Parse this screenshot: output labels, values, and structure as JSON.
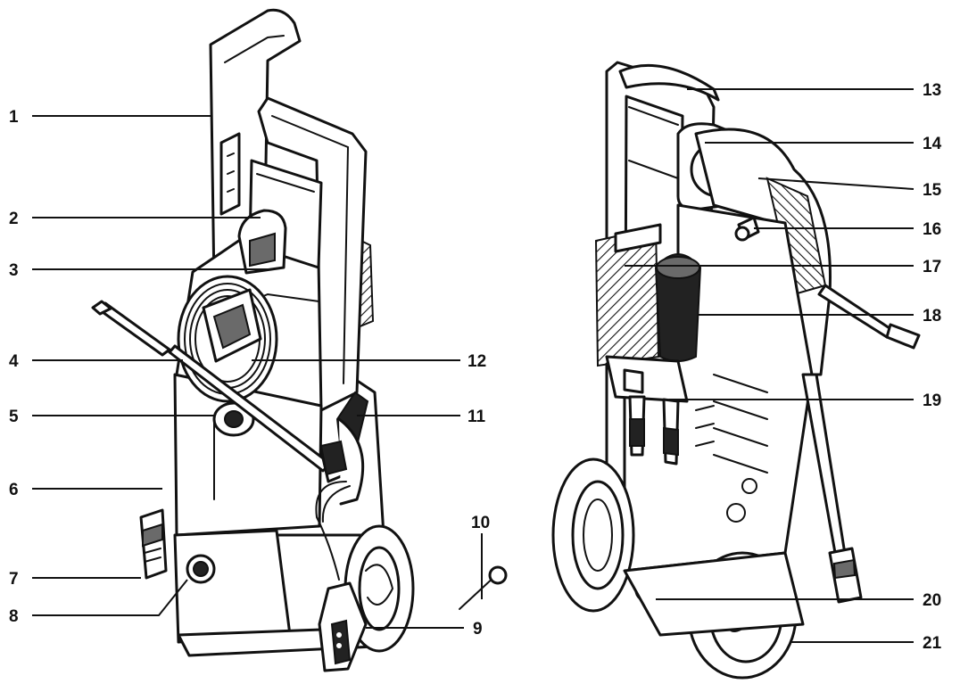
{
  "callouts": {
    "c1": "1",
    "c2": "2",
    "c3": "3",
    "c4": "4",
    "c5": "5",
    "c6": "6",
    "c7": "7",
    "c8": "8",
    "c9": "9",
    "c10": "10",
    "c11": "11",
    "c12": "12",
    "c13": "13",
    "c14": "14",
    "c15": "15",
    "c16": "16",
    "c17": "17",
    "c18": "18",
    "c19": "19",
    "c20": "20",
    "c21": "21"
  },
  "colors": {
    "line": "#111111",
    "shade": "#6a6a6a",
    "dark": "#222222",
    "background": "#ffffff"
  }
}
